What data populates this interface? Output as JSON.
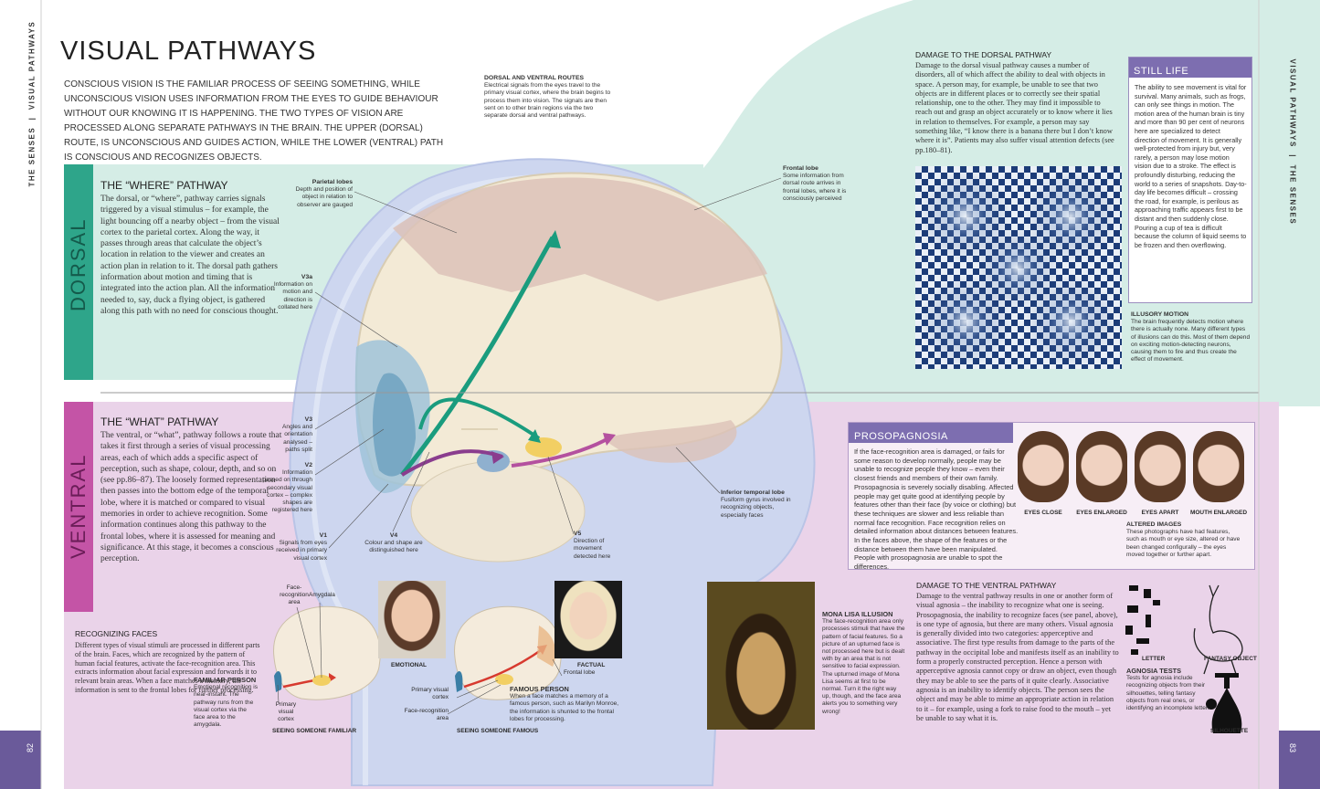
{
  "page": {
    "left_running_head_a": "THE SENSES",
    "left_running_head_b": "VISUAL PATHWAYS",
    "right_running_head_a": "VISUAL PATHWAYS",
    "right_running_head_b": "THE SENSES",
    "page_left": "82",
    "page_right": "83",
    "colors": {
      "mint": "#d5ede6",
      "dorsal_bar": "#2ea58a",
      "ventral_bar": "#c454a6",
      "lilac": "#e8cde6",
      "purple_bar": "#6a5a9a",
      "cream": "#f4ebdc"
    }
  },
  "title": "VISUAL PATHWAYS",
  "intro": "CONSCIOUS VISION IS THE FAMILIAR PROCESS OF SEEING SOMETHING, WHILE UNCONSCIOUS VISION USES INFORMATION FROM THE EYES TO GUIDE BEHAVIOUR WITHOUT OUR KNOWING IT IS HAPPENING. THE TWO TYPES OF VISION ARE PROCESSED ALONG SEPARATE PATHWAYS IN THE BRAIN. THE UPPER (DORSAL) ROUTE, IS UNCONSCIOUS AND GUIDES ACTION, WHILE THE LOWER (VENTRAL) PATH IS CONSCIOUS AND RECOGNIZES OBJECTS.",
  "dorsal": {
    "tab": "DORSAL",
    "heading": "THE “WHERE” PATHWAY",
    "body": "The dorsal, or “where”, pathway carries signals triggered by a visual stimulus – for example, the light bouncing off a nearby object – from the visual cortex to the parietal cortex. Along the way, it passes through areas that calculate the object’s location in relation to the viewer and creates an action plan in relation to it. The dorsal path gathers information about motion and timing that is integrated into the action plan. All the information needed to, say, duck a flying object, is gathered along this path with no need for conscious thought."
  },
  "ventral": {
    "tab": "VENTRAL",
    "heading": "THE “WHAT” PATHWAY",
    "body": "The ventral, or “what”, pathway follows a route that takes it first through a series of visual processing areas, each of which adds a specific aspect of perception, such as shape, colour, depth, and so on (see pp.86–87). The loosely formed representation then passes into the bottom edge of the temporal lobe, where it is matched or compared to visual memories in order to achieve recognition. Some information continues along this pathway to the frontal lobes, where it is assessed for meaning and significance. At this stage, it becomes a conscious perception."
  },
  "routes": {
    "heading": "DORSAL AND VENTRAL ROUTES",
    "body": "Electrical signals from the eyes travel to the primary visual cortex, where the brain begins to process them into vision. The signals are then sent on to other brain regions via the two separate dorsal and ventral pathways."
  },
  "brain_labels": {
    "parietal": {
      "title": "Parietal lobes",
      "text": "Depth and position of object in relation to observer are gauged"
    },
    "frontal": {
      "title": "Frontal lobe",
      "text": "Some information from dorsal route arrives in frontal lobes, where it is consciously perceived"
    },
    "v3a": {
      "title": "V3a",
      "text": "Information on motion and direction is collated here"
    },
    "v3": {
      "title": "V3",
      "text": "Angles and orientation analysed – paths split"
    },
    "v2": {
      "title": "V2",
      "text": "Information passed on through secondary visual cortex – complex shapes are registered here"
    },
    "v1": {
      "title": "V1",
      "text": "Signals from eyes received in primary visual cortex"
    },
    "v4": {
      "title": "V4",
      "text": "Colour and shape are distinguished here"
    },
    "v5": {
      "title": "V5",
      "text": "Direction of movement detected here"
    },
    "inferior": {
      "title": "Inferior temporal lobe",
      "text": "Fusiform gyrus involved in recognizing objects, especially faces"
    }
  },
  "dorsal_damage": {
    "heading": "DAMAGE TO THE DORSAL PATHWAY",
    "body": "Damage to the dorsal visual pathway causes a number of disorders, all of which affect the ability to deal with objects in space. A person may, for example, be unable to see that two objects are in different places or to correctly see their spatial relationship, one to the other. They may find it impossible to reach out and grasp an object accurately or to know where it lies in relation to themselves. For example, a person may say something like, “I know there is a banana there but I don’t know where it is”. Patients may also suffer visual attention defects (see pp.180–81)."
  },
  "still_life": {
    "heading": "STILL LIFE",
    "body": "The ability to see movement is vital for survival. Many animals, such as frogs, can only see things in motion. The motion area of the human brain is tiny and more than 90 per cent of neurons here are specialized to detect direction of movement. It is generally well-protected from injury but, very rarely, a person may lose motion vision due to a stroke. The effect is profoundly disturbing, reducing the world to a series of snapshots. Day-to-day life becomes difficult – crossing the road, for example, is perilous as approaching traffic appears first to be distant and then suddenly close. Pouring a cup of tea is difficult because the column of liquid seems to be frozen and then overflowing."
  },
  "illusory": {
    "heading": "ILLUSORY MOTION",
    "body": "The brain frequently detects motion where there is actually none. Many different types of illusions can do this. Most of them depend on exciting motion-detecting neurons, causing them to fire and thus create the effect of movement."
  },
  "prosopagnosia": {
    "heading": "PROSOPAGNOSIA",
    "body": "If the face-recognition area is damaged, or fails for some reason to develop normally, people may be unable to recognize people they know – even their closest friends and members of their own family. Prosopagnosia is severely socially disabling. Affected people may get quite good at identifying people by features other than their face (by voice or clothing) but these techniques are slower and less reliable than normal face recognition. Face recognition relies on detailed information about distances between features. In the faces above, the shape of the features or the distance between them have been manipulated. People with prosopagnosia are unable to spot the differences.",
    "faces": [
      "EYES CLOSE",
      "EYES ENLARGED",
      "EYES APART",
      "MOUTH ENLARGED"
    ]
  },
  "altered": {
    "heading": "ALTERED IMAGES",
    "body": "These photographs have had features, such as mouth or eye size, altered or have been changed configurally – the eyes moved together or further apart."
  },
  "recognizing": {
    "heading": "RECOGNIZING FACES",
    "body": "Different types of visual stimuli are processed in different parts of the brain. Faces, which are recognized by the pattern of human facial features, activate the face-recognition area. This extracts information about facial expression and forwards it to relevant brain areas. When a face matches a memory, the information is sent to the frontal lobes for further processing."
  },
  "familiar": {
    "heading": "FAMILIAR PERSON",
    "body": "Emotional recognition is near-instant. The pathway runs from the visual cortex via the face area to the amygdala."
  },
  "famous": {
    "heading": "FAMOUS PERSON",
    "body": "When a face matches a memory of a famous person, such as Marilyn Monroe, the information is shunted to the frontal lobes for processing."
  },
  "small_brain_labels": {
    "face_area": "Face-recognition area",
    "amygdala": "Amygdala",
    "primary": "Primary visual cortex",
    "frontal": "Frontal lobe",
    "primary2": "Primary visual cortex",
    "face_area2": "Face-recognition area",
    "emotional": "EMOTIONAL",
    "factual": "FACTUAL",
    "seeing_familiar": "SEEING SOMEONE FAMILIAR",
    "seeing_famous": "SEEING SOMEONE FAMOUS"
  },
  "mona": {
    "heading": "MONA LISA ILLUSION",
    "body": "The face-recognition area only processes stimuli that have the pattern of facial features. So a picture of an upturned face is not processed here but is dealt with by an area that is not sensitive to facial expression. The upturned image of Mona Lisa seems at first to be normal. Turn it the right way up, though, and the face area alerts you to something very wrong!"
  },
  "ventral_damage": {
    "heading": "DAMAGE TO THE VENTRAL PATHWAY",
    "body": "Damage to the ventral pathway results in one or another form of visual agnosia – the inability to recognize what one is seeing. Prosopagnosia, the inability to recognize faces (see panel, above), is one type of agnosia, but there are many others. Visual agnosia is generally divided into two categories: apperceptive and associative. The first type results from damage to the parts of the pathway in the occipital lobe and manifests itself as an inability to form a properly constructed perception. Hence a person with apperceptive agnosia cannot copy or draw an object, even though they may be able to see the parts of it quite clearly. Associative agnosia is an inability to identify objects. The person sees the object and may be able to mime an appropriate action in relation to it – for example, using a fork to raise food to the mouth – yet be unable to say what it is."
  },
  "agnosia": {
    "letter": "LETTER",
    "fantasy": "FANTASY OBJECT",
    "heading": "AGNOSIA TESTS",
    "body": "Tests for agnosia include recognizing objects from their silhouettes, telling fantasy objects from real ones, or identifying an incomplete letter.",
    "silhouette": "SILHOUETTE"
  }
}
